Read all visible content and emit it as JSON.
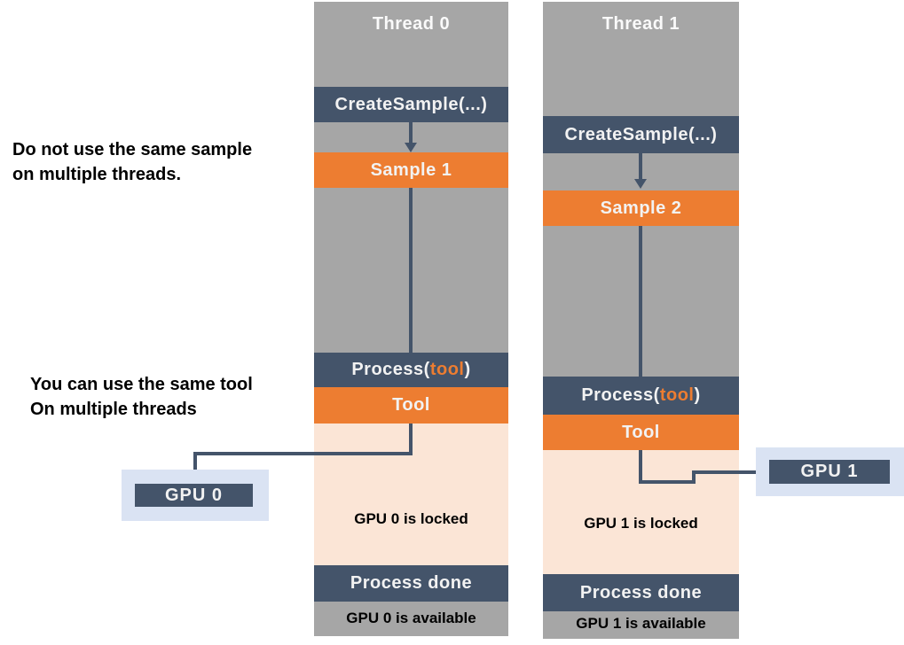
{
  "colors": {
    "bg": "#FFFFFF",
    "column_gray": "#A6A6A6",
    "navy": "#44546A",
    "orange": "#ED7D31",
    "peach": "#FBE5D6",
    "highlight_blue": "#DAE3F3",
    "box_text": "#F2F2F2",
    "note_text": "#000000"
  },
  "notes": {
    "sample_line1": "Do not use the same sample",
    "sample_line2": "on multiple threads.",
    "tool_line1": "You can use the same tool",
    "tool_line2": "On multiple threads"
  },
  "threads": [
    {
      "title": "Thread 0",
      "create_sample_label": "CreateSample(...)",
      "sample_label": "Sample 1",
      "process_prefix": "Process(",
      "process_arg": "tool",
      "process_suffix": ")",
      "tool_label": "Tool",
      "gpu_locked_label": "GPU 0 is locked",
      "process_done_label": "Process done",
      "gpu_available_label": "GPU 0 is available"
    },
    {
      "title": "Thread 1",
      "create_sample_label": "CreateSample(...)",
      "sample_label": "Sample 2",
      "process_prefix": "Process(",
      "process_arg": "tool",
      "process_suffix": ")",
      "tool_label": "Tool",
      "gpu_locked_label": "GPU 1 is locked",
      "process_done_label": "Process done",
      "gpu_available_label": "GPU 1 is available"
    }
  ],
  "gpus": [
    {
      "label": "GPU 0"
    },
    {
      "label": "GPU 1"
    }
  ]
}
